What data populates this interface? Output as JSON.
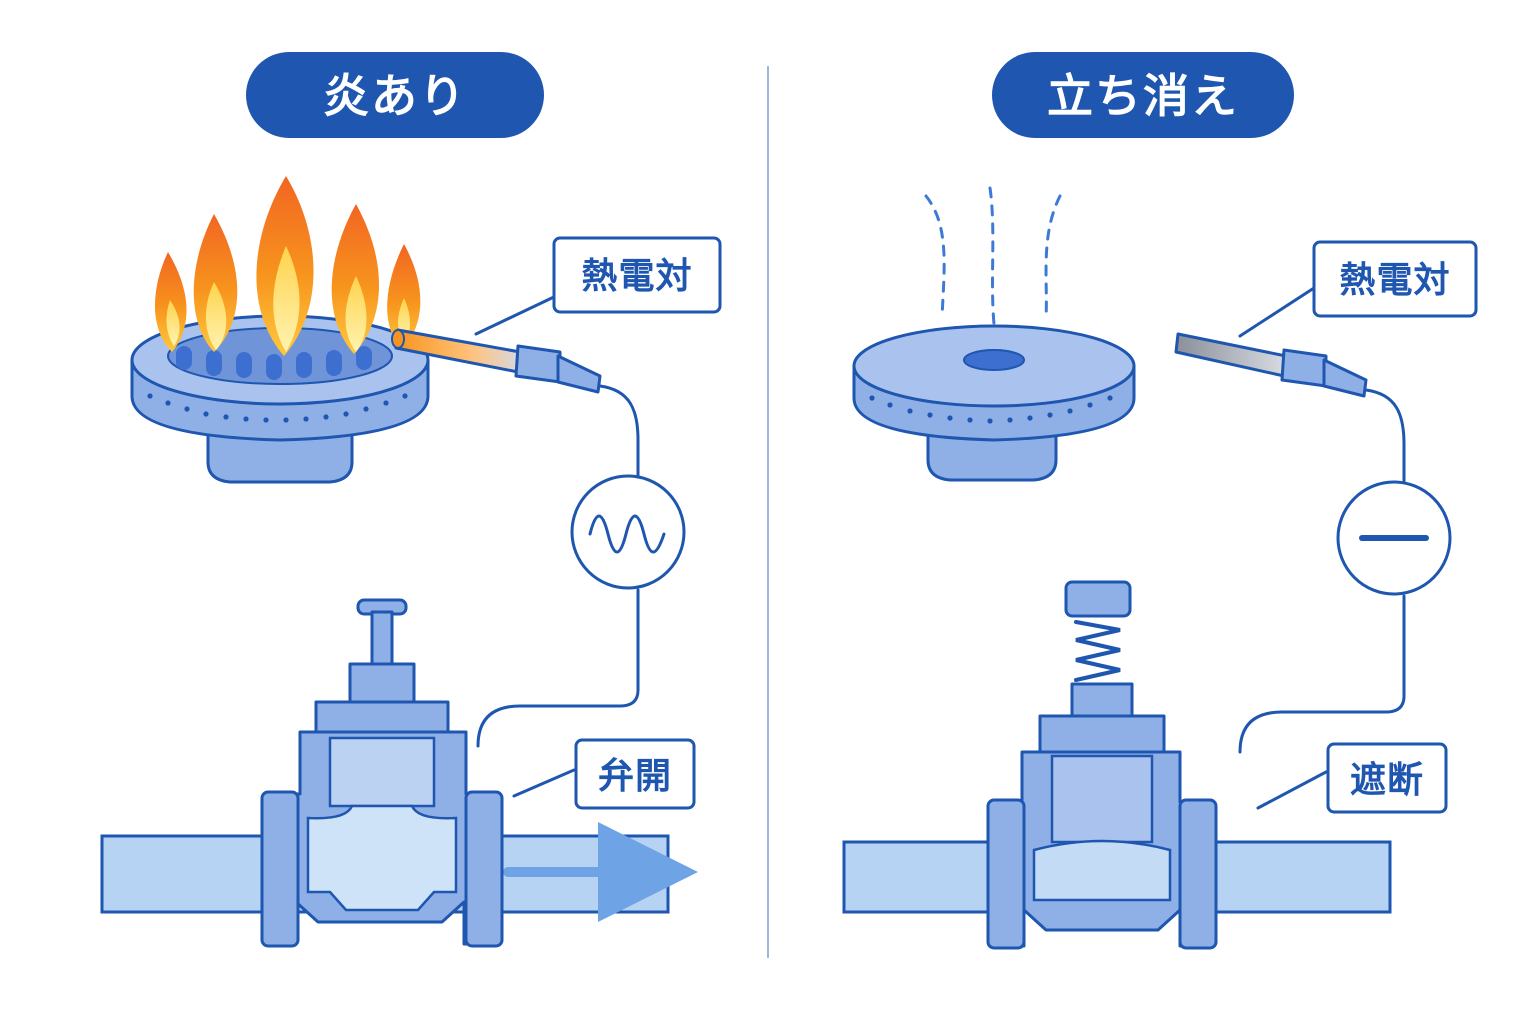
{
  "left": {
    "title": "炎あり",
    "thermocouple_label": "熱電対",
    "valve_label": "弁開",
    "signal": "wave"
  },
  "right": {
    "title": "立ち消え",
    "thermocouple_label": "熱電対",
    "valve_label": "遮断",
    "signal": "flat"
  },
  "colors": {
    "primary": "#1e56b0",
    "metal_fill": "#8fb0e6",
    "metal_light": "#bcd2f2",
    "pipe_fill": "#b7d3f3",
    "flame_outer": "#f28a2e",
    "flame_inner": "#ffd34d",
    "divider": "#9ab8dc"
  }
}
